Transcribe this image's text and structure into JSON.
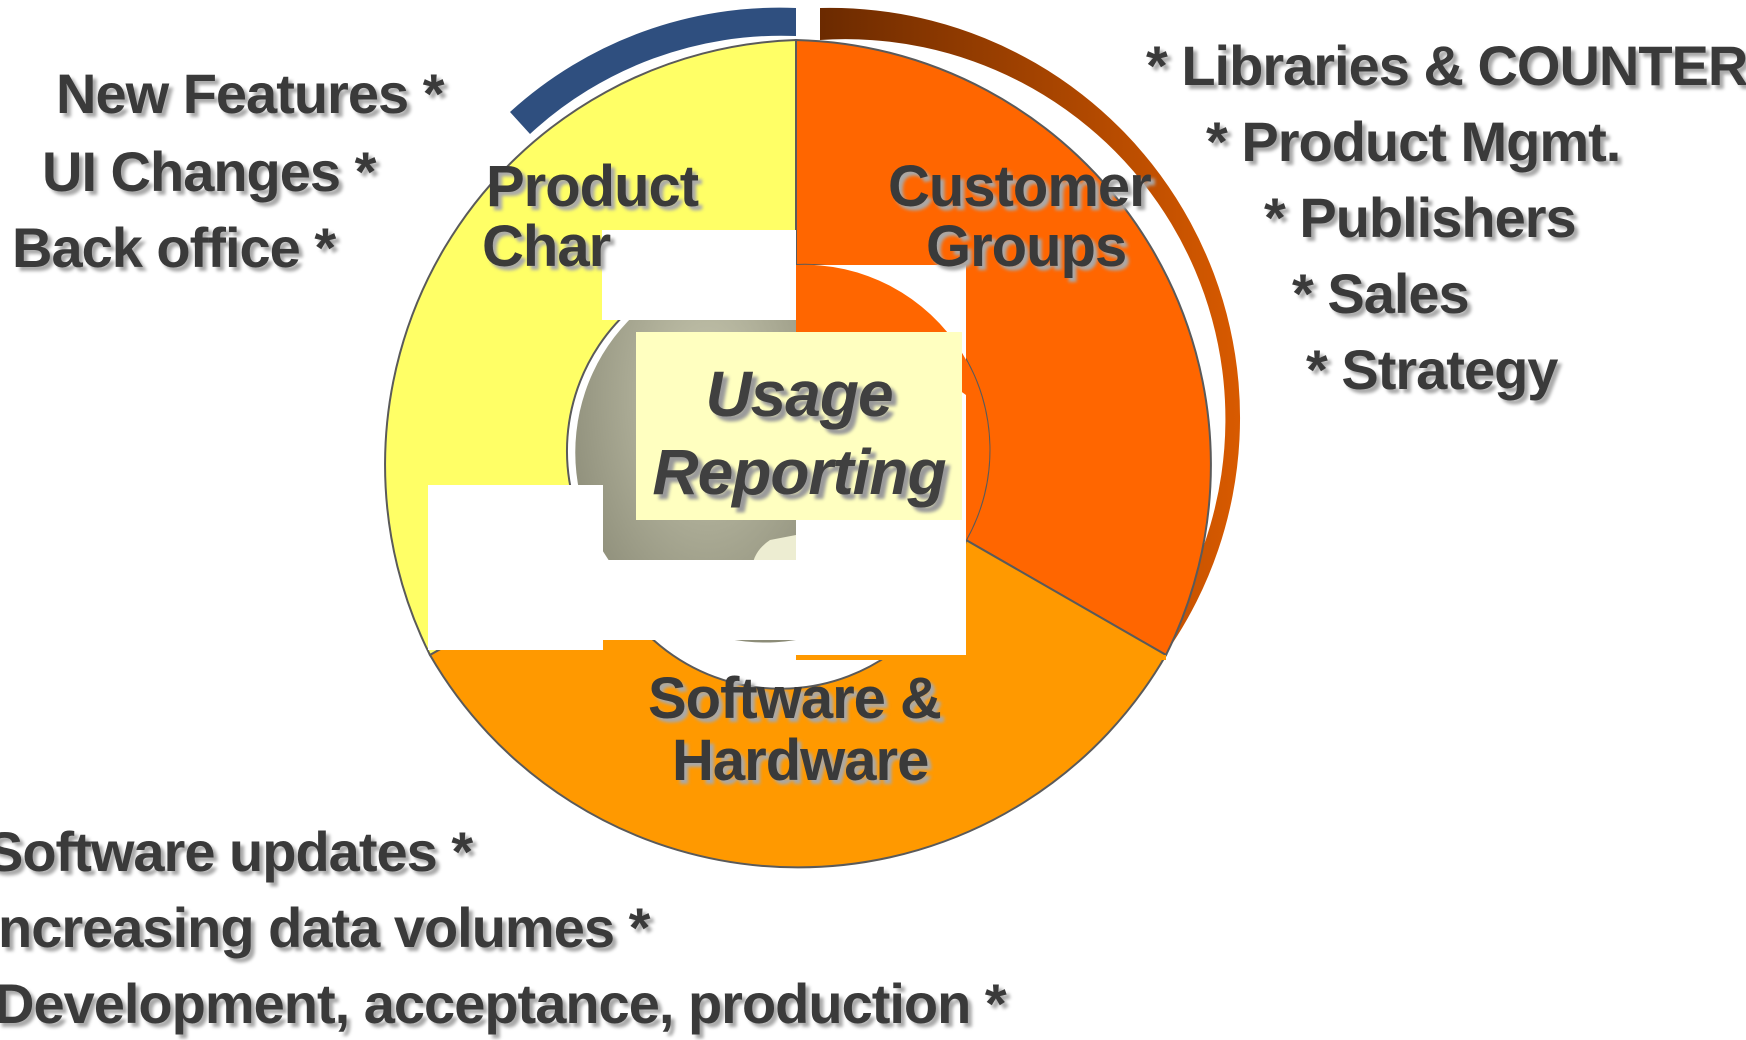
{
  "diagram": {
    "center": {
      "line1": "Usage",
      "line2": "Reporting"
    },
    "segments": {
      "product_changes": {
        "line1": "Product",
        "line2": "Char",
        "color": "#ffff66"
      },
      "customer_groups": {
        "line1": "Customer",
        "line2": "Groups",
        "color": "#ff6600"
      },
      "software_hardware": {
        "line1": "Software &",
        "line2": "Hardware",
        "color": "#ff9900"
      }
    },
    "lists": {
      "product_changes": [
        "New Features *",
        "UI Changes *",
        "Back office *"
      ],
      "customer_groups": [
        "* Libraries & COUNTER",
        "* Product Mgmt.",
        "* Publishers",
        "* Sales",
        "* Strategy"
      ],
      "software_hardware": [
        "Software updates *",
        "ncreasing data volumes *",
        "Development, acceptance, production *"
      ]
    }
  }
}
